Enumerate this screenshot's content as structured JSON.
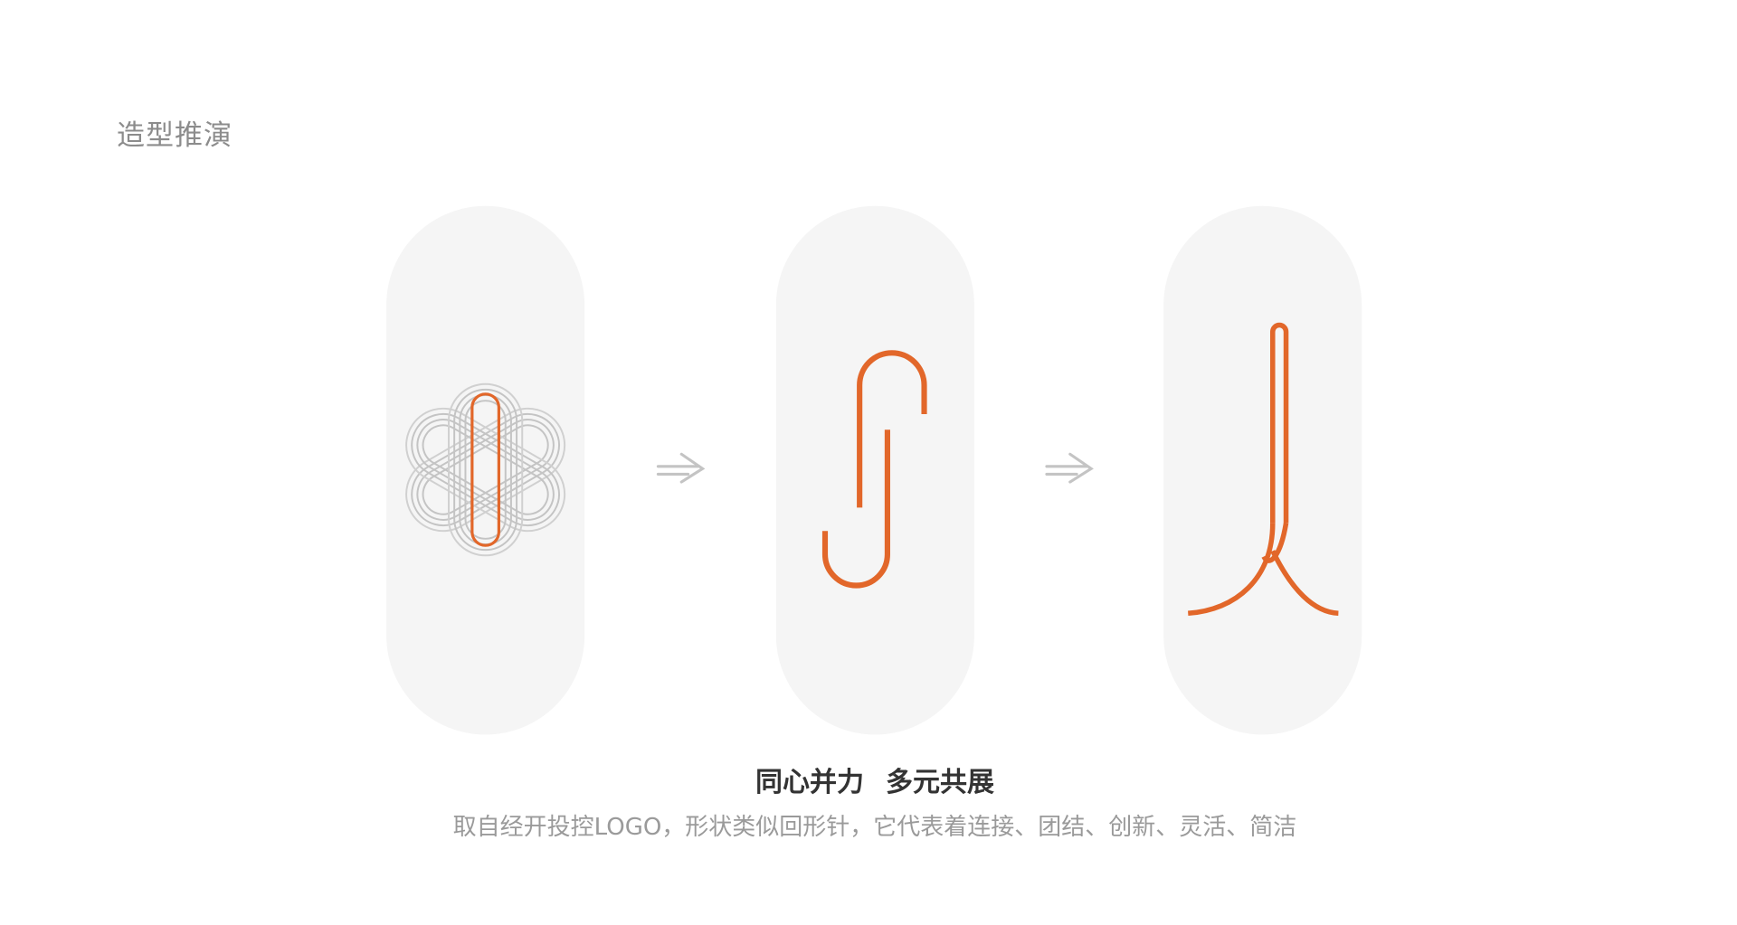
{
  "section_title": "造型推演",
  "headline": {
    "part1": "同心并力",
    "part2": "多元共展"
  },
  "description": "取自经开投控LOGO，形状类似回形针，它代表着连接、团结、创新、灵活、简洁",
  "colors": {
    "accent": "#e2672a",
    "pill": "#f5f5f5",
    "gray_line": "#c8c8c8",
    "arrow": "#c4c4c4"
  },
  "steps": [
    {
      "icon": "original-logo-icon"
    },
    {
      "icon": "paperclip-icon"
    },
    {
      "icon": "person-figure-icon"
    }
  ]
}
